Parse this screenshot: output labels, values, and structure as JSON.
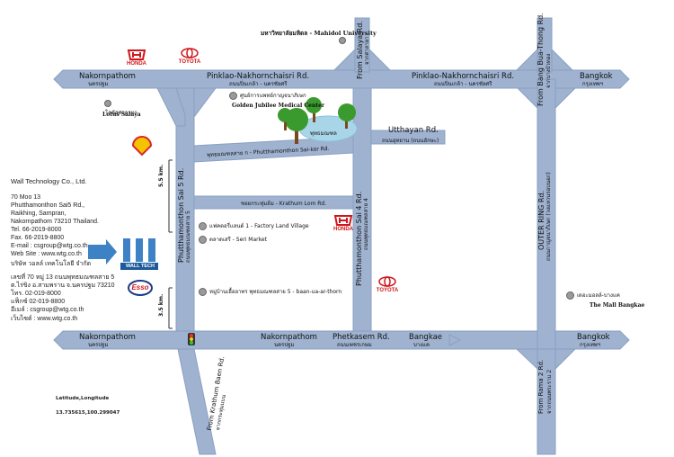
{
  "colors": {
    "road": "#9fb2d0",
    "road_stroke": "#8aa0c2",
    "water": "#a8d6e8",
    "tree": "#3a9a2e",
    "trunk": "#7a4a1e",
    "arrow": "#3d82c4",
    "honda": "#d0161b",
    "esso": "#1a3a8a",
    "shell_red": "#d8262b",
    "shell_yellow": "#f5c400"
  },
  "roads": {
    "pinklao_left": "Pinklao-Nakhornchaisri Rd.",
    "pinklao_left_th": "ถนนปิ่นเกล้า - นครชัยศรี",
    "pinklao_right": "Pinklao-Nakhornchaisri Rd.",
    "pinklao_right_th": "ถนนปิ่นเกล้า - นครชัยศรี",
    "nakornpathom_top": "Nakornpathom",
    "nakornpathom_top_th": "นครปฐม",
    "bangkok_top": "Bangkok",
    "bangkok_top_th": "กรุงเทพฯ",
    "from_salaya": "From Salaya Rd.",
    "from_salaya_th": "จากศาลายา",
    "from_bangbua": "From Bang Bua-Thong Rd.",
    "from_bangbua_th": "จากบางบัวทอง",
    "utthayan": "Utthayan Rd.",
    "utthayan_th": "ถนนอุทยาน (ถนนอักษะ)",
    "sai_kor": "พุทธมณฑลสาย ก - Phutthamonthon Sai-kor Rd.",
    "krathum": "ซอยกระทุ่มล้ม - Krathum Lom Rd.",
    "sai5": "Phutthamonthon Sai 5 Rd.",
    "sai5_th": "ถนนพุทธมณฑลสาย 5",
    "sai4": "Phutthamonthon Sai 4 Rd.",
    "sai4_th": "ถนนพุทธมณฑลสาย 4",
    "outer_ring": "OUTER RING Rd.",
    "outer_ring_th": "ถนนกาญจนาภิเษก (วงแหวนรอบนอก)",
    "nakornpathom_bl": "Nakornpathom",
    "nakornpathom_bl_th": "นครปฐม",
    "nakornpathom_bm": "Nakornpathom",
    "nakornpathom_bm_th": "นครปฐม",
    "phetkasem": "Phetkasem Rd.",
    "phetkasem_th": "ถนนเพชรเกษม",
    "bangkae": "Bangkae",
    "bangkae_th": "บางแค",
    "bangkok_bottom": "Bangkok",
    "bangkok_bottom_th": "กรุงเทพฯ",
    "from_krathum": "From Krathum Baen Rd.",
    "from_krathum_th": "จากกระทุ่มแบน",
    "from_rama2": "From Rama 2 Rd.",
    "from_rama2_th": "จากถนนพระราม 2"
  },
  "poi": {
    "mahidol": "มหาวิทยาลัยมหิดล - Mahidol University",
    "golden_th": "ศูนย์การแพทย์กาญจนาภิเษก",
    "golden": "Golden Jubilee Medical Center",
    "lotus_th": "โลตัสศาลายา",
    "lotus": "Lotus Salaya",
    "buddhist_park": "พุทธมณฑล",
    "factory": "แฟคตอรี่แลนด์ 1 - Factory Land Village",
    "seri": "ตลาดเสรี - Seri Market",
    "baan": "หมู่บ้านเอื้ออาทร พุทธมณฑลสาย 5 - baan-ua-ar-thorn",
    "mall_th": "เดอะมอลล์-บางแค",
    "mall": "The Mall Bangkae"
  },
  "logos": {
    "honda": "HONDA",
    "toyota": "TOYOTA",
    "esso": "Esso",
    "walltech": "WALL TECH"
  },
  "distances": {
    "d1": "5.5 km.",
    "d2": "3.5 km."
  },
  "company": {
    "name": "Wall Technology Co., Ltd.",
    "addr1": "70 Moo 13",
    "addr2": "Phutthamonthon Sai5 Rd.,",
    "addr3": "Raikhing, Sampran,",
    "addr4": "Nakornpathom 73210 Thailand.",
    "tel": "Tel. 66-2019-8000",
    "fax": "Fax. 66-2019-8800",
    "email": "E-mail : csgroup@wtg.co.th",
    "web": "Web Site : www.wtg.co.th"
  },
  "company_th": {
    "name": "บริษัท วอลล์ เทคโนโลยี จำกัด",
    "addr1": "เลขที่ 70 หมู่ 13 ถนนพุทธมณฑลสาย 5",
    "addr2": "ต.ไร่ขิง อ.สามพราน จ.นครปฐม 73210",
    "tel": "โทร. 02-019-8000",
    "fax": "แฟ็กซ์ 02-019-8800",
    "email": "อีเมล์ : csgroup@wtg.co.th",
    "web": "เว็บไซต์ : www.wtg.co.th"
  },
  "coords": {
    "label": "Latitude,Longitude",
    "value": "13.735615,100.299047"
  }
}
